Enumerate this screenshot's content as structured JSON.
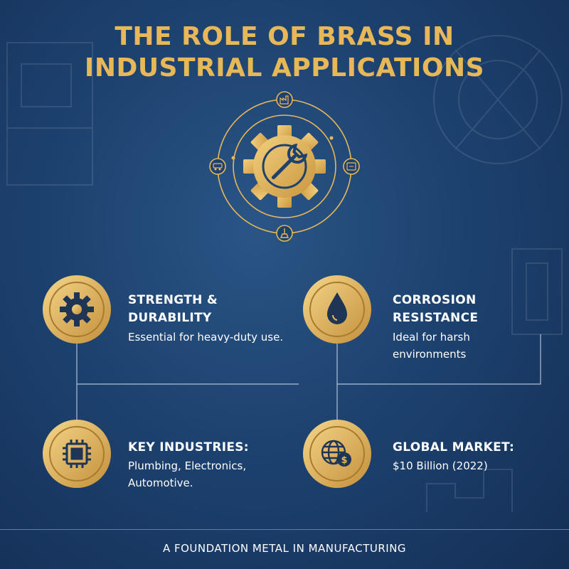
{
  "title": {
    "line1": "THE ROLE OF BRASS IN",
    "line2": "INDUSTRIAL APPLICATIONS"
  },
  "hero": {
    "center_icon": "gear-wrench-icon",
    "orbit_icons": [
      "factory-icon",
      "cpu-chip-icon",
      "tools-icon",
      "car-icon"
    ]
  },
  "cards": [
    {
      "title_line1": "STRENGTH &",
      "title_line2": "DURABILITY",
      "text_line1": "Essential for heavy-duty use.",
      "text_line2": "",
      "icon": "gear-icon"
    },
    {
      "title_line1": "CORROSION",
      "title_line2": "RESISTANCE",
      "text_line1": "Ideal for harsh",
      "text_line2": "environments",
      "icon": "water-drop-icon"
    },
    {
      "title_line1": "KEY INDUSTRIES:",
      "title_line2": "",
      "text_line1": "Plumbing, Electronics,",
      "text_line2": "Automotive.",
      "icon": "cpu-chip-icon"
    },
    {
      "title_line1": "GLOBAL MARKET:",
      "title_line2": "",
      "text_line1": "$10 Billion (2022)",
      "text_line2": "",
      "icon": "globe-dollar-icon"
    }
  ],
  "footer": "A FOUNDATION METAL IN MANUFACTURING",
  "colors": {
    "gold": "#e8b758",
    "gold_dark": "#b98a35",
    "navy": "#1d4270",
    "icon_dark": "#1e3556"
  }
}
